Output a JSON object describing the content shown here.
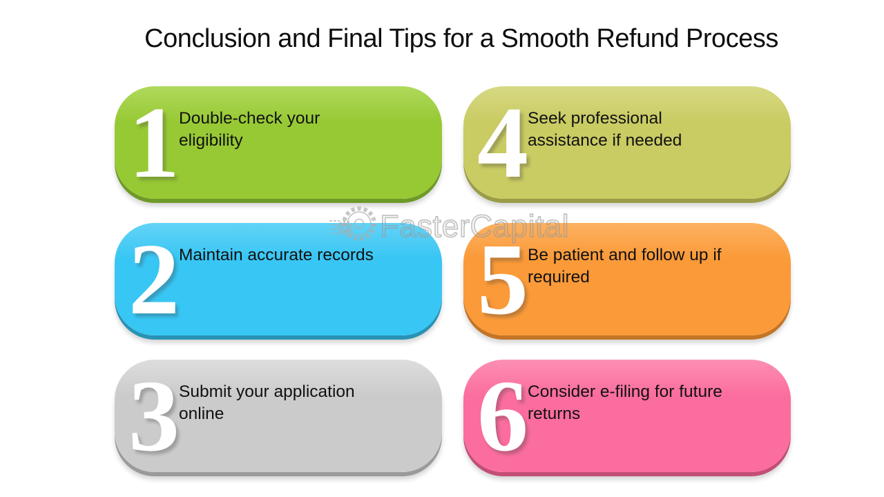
{
  "title": "Conclusion and Final Tips for a Smooth Refund Process",
  "watermark": {
    "brand": "FasterCapital",
    "color": "#b0b0b0"
  },
  "tips": [
    {
      "number": "1",
      "text": "Double-check your\neligibility",
      "color": "#97C934",
      "color_light": "#AFD95B",
      "color_dark": "#6E9A28"
    },
    {
      "number": "2",
      "text": "Maintain accurate records",
      "color": "#38C6F4",
      "color_light": "#63D3F7",
      "color_dark": "#2893B5"
    },
    {
      "number": "3",
      "text": "Submit your application\nonline",
      "color": "#CBCBCB",
      "color_light": "#DDDDDD",
      "color_dark": "#9A9A9A"
    },
    {
      "number": "4",
      "text": "Seek professional\nassistance if needed",
      "color": "#C9CB63",
      "color_light": "#D7D983",
      "color_dark": "#9A9C48"
    },
    {
      "number": "5",
      "text": "Be patient and follow up if\nrequired",
      "color": "#FB9A38",
      "color_light": "#FCB161",
      "color_dark": "#C37426"
    },
    {
      "number": "6",
      "text": "Consider e-filing for future\nreturns",
      "color": "#FB6D9E",
      "color_light": "#FC8FB4",
      "color_dark": "#C24E76"
    }
  ]
}
